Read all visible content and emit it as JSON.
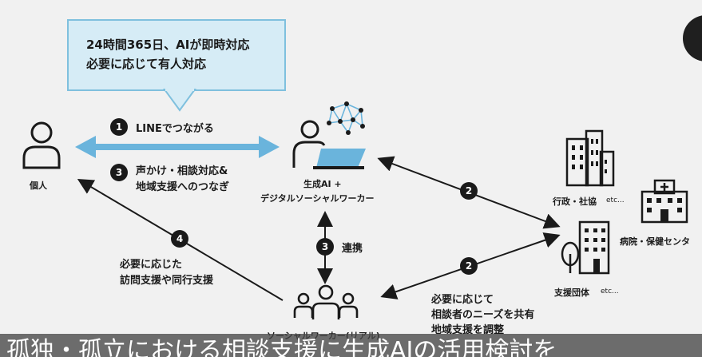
{
  "callout": {
    "line1": "24時間365日、AIが即時対応",
    "line2": "必要に応じて有人対応"
  },
  "nodes": {
    "individual": "個人",
    "ai_worker_line1": "生成AI +",
    "ai_worker_line2": "デジタルソーシャルワーカー",
    "real_worker": "ソーシャルワーカー(リアル)",
    "admin": "行政・社協",
    "admin_etc": "etc...",
    "hospital": "病院・保健センタ",
    "support_group": "支援団体",
    "support_etc": "etc..."
  },
  "steps": {
    "s1_num": "1",
    "s1_label": "LINEでつながる",
    "s3a_num": "3",
    "s3a_line1": "声かけ・相談対応&",
    "s3a_line2": "地域支援へのつなぎ",
    "s2a_num": "2",
    "s3b_num": "3",
    "s3b_label": "連携",
    "s4_num": "4",
    "s4_line1": "必要に応じた",
    "s4_line2": "訪問支援や同行支援",
    "s2b_num": "2",
    "s2b_line1": "必要に応じて",
    "s2b_line2": "相談者のニーズを共有",
    "s2b_line3": "地域支援を調整"
  },
  "subtitle": "孤独・孤立における相談支援に生成AIの活用検討を",
  "colors": {
    "callout_fill": "#d6ecf6",
    "callout_border": "#7fc0de",
    "link_arrow": "#6ab4dc",
    "dark": "#1a1a1a"
  },
  "icons": [
    "person-icon",
    "network-icon",
    "laptop-icon",
    "buildings-icon",
    "hospital-icon",
    "office-building-icon",
    "group-icon"
  ]
}
